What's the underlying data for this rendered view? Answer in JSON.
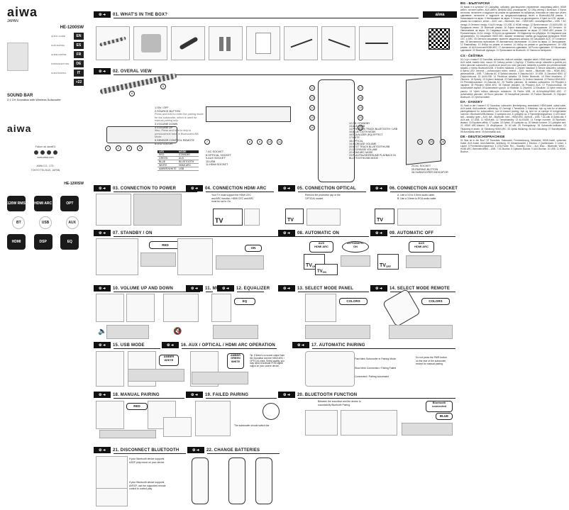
{
  "brand": {
    "logo": "aiwa",
    "tagline": "JAPAN",
    "model": "HE-1200SW",
    "product": "SOUND BAR",
    "product_sub": "2.1 CH Soundbar with Wireless Subwoofer",
    "follow": "Follow us! aiwaEU",
    "site": "www.aiwa.com",
    "company": "AIWA CO., LTD.",
    "address": "TOKYO  TELSIUS, JAPAN",
    "model_small": "HE-1200SW"
  },
  "langs": [
    {
      "guide": "QUICK GUIDE",
      "code": "EN"
    },
    {
      "guide": "GUÍA RÁPIDA",
      "code": "ES"
    },
    {
      "guide": "GUIDE RAPIDE",
      "code": "FR"
    },
    {
      "guide": "KURZANLEITUNG",
      "code": "DE"
    },
    {
      "guide": "GUIDA RAPIDA",
      "code": "IT"
    },
    {
      "guide": "",
      "code": "+22"
    }
  ],
  "features": [
    {
      "label": "120W RMS"
    },
    {
      "label": "HDMI ARC"
    },
    {
      "label": "OPT"
    },
    {
      "label": "BT"
    },
    {
      "label": "USB"
    },
    {
      "label": "AUX"
    },
    {
      "label": "HDMI"
    },
    {
      "label": "DSP"
    },
    {
      "label": "EQ"
    }
  ],
  "sections": [
    {
      "id": "s1",
      "num": "01.",
      "title": "WHAT'S IN THE BOX?"
    },
    {
      "id": "s2",
      "num": "02.",
      "title": "OVERAL VIEW"
    },
    {
      "id": "s3",
      "num": "03.",
      "title": "CONNECTION TO POWER"
    },
    {
      "id": "s4",
      "num": "04.",
      "title": "CONNECTION HDMI ARC"
    },
    {
      "id": "s5",
      "num": "05.",
      "title": "CONNECTION OPTICAL"
    },
    {
      "id": "s6",
      "num": "06.",
      "title": "CONNECTION AUX SOCKET"
    },
    {
      "id": "s7",
      "num": "07.",
      "title": "STANDBY / ON"
    },
    {
      "id": "s8",
      "num": "08.",
      "title": "AUTOMATIC ON"
    },
    {
      "id": "s9",
      "num": "09.",
      "title": "AUTOMATIC OFF"
    },
    {
      "id": "s10",
      "num": "10.",
      "title": "VOLUME UP AND DOWN"
    },
    {
      "id": "s11",
      "num": "11.",
      "title": "MUTE"
    },
    {
      "id": "s12",
      "num": "12.",
      "title": "EQUALIZER"
    },
    {
      "id": "s13",
      "num": "13.",
      "title": "SELECT MODE PANEL"
    },
    {
      "id": "s14",
      "num": "14.",
      "title": "SELECT MODE REMOTE"
    },
    {
      "id": "s15",
      "num": "15.",
      "title": "USB MODE"
    },
    {
      "id": "s16",
      "num": "16.",
      "title": "AUX / OPTICAL / HDMI ARC OPERATION"
    },
    {
      "id": "s17",
      "num": "17.",
      "title": "AUTOMATIC PAIRING"
    },
    {
      "id": "s18",
      "num": "18.",
      "title": "MANUAL  PAIRING"
    },
    {
      "id": "s19",
      "num": "19.",
      "title": "FAILED PAIRING"
    },
    {
      "id": "s20",
      "num": "20.",
      "title": "BLUETOOTH FUNCTION"
    },
    {
      "id": "s21",
      "num": "21.",
      "title": "DISCONNECT BLUETOOTH"
    },
    {
      "id": "s22",
      "num": "22.",
      "title": "CHANGE BATTERIES"
    }
  ],
  "overall": {
    "list1": [
      "1.ON / OFF",
      "2.SOURCE BUTTON",
      "3.VOLUME DOWN",
      "4.VOLUME UP",
      "5.SENSOR CONTROL REMOTE",
      "6.LED COLOR"
    ],
    "list1_note": "Press and hold to enter the pairing mode for the subwoofer, which is used for manual pairing only.",
    "list1_note2": "Also, Press and hold to skip to previous/next track in Bluetooth/USB Mode",
    "led": {
      "head": [
        "LED",
        "MODE"
      ],
      "rows": [
        [
          "RED",
          "STANDBY"
        ],
        [
          "GREEN",
          "AUX"
        ],
        [
          "BLUE",
          "BLUETOOTH"
        ],
        [
          "WHITE",
          "HDMI ARC"
        ],
        [
          "AMBER/WHITE",
          "USB"
        ]
      ]
    },
    "list2": [
      "7.AC SOCKET",
      "8.OPTICAL SOCKET",
      "9.AUX SOCKET",
      "10.USB",
      "11.HDMI SOCKET"
    ],
    "list3": [
      "12.ON / STANDBY",
      "13.AUX / USB",
      "14.PREVIOUS TRACK BLUETOOTH / USB",
      "15.BLUETOOTH MODE",
      "16.EQUALIZER (EQ) EFFECT",
      "17.MUTE",
      "18.OPTICAL",
      "19.INCREASE VOLUME",
      "20.NEXT TRACK BLUETOOTH/USB",
      "21.DECREASE VOLUME",
      "22.HDMI ARC MODE",
      "23.PLAY/PAUSE/RESUME PLAYBACK IN BLUETOOTH/USB MODE"
    ],
    "list4": [
      "24.AC SOCKET",
      "25.PAIRING BUTTON",
      "26.SUBWOOFER INDICATOR"
    ]
  },
  "labels": {
    "red": "RED",
    "on": "ON",
    "tv": "TV",
    "tv_on": "TV",
    "on_sub": "ON",
    "tv_off": "TV",
    "off_sub": "OFF",
    "aux_hdmi": "AUX\nHDMI ARC",
    "automatic_on": "AUTOMATIC\nON",
    "eq": "EQ",
    "colors": "COLORS",
    "amber_white": "AMBER\nWHITE",
    "amber_green_white": "AMBER\nGREEN\nWHITE",
    "blue": "BLUE",
    "bt_connected": "Bluetooth\nconnected",
    "fast_blink": "Fast blink Subwoofer in Pairing Mode",
    "slow_blink": "Slow blink Connection / Failing Failed",
    "connected": "Connected / Pairing successful"
  },
  "notes": {
    "hdmi": "Your TV must support the HDMI CEC and ARC function. HDMI CEC and ARC must be set to On.",
    "optical": "Remove the protective cap of the OPTICAL socket.",
    "aux": "A. Use a 3.5 to 3.5mm audio cable.\nB. Use a 3.5mm to RCA audio cable.",
    "tip": "Tip: If there's no sound output from the Soundbar and the HDMI ARC / OPTICAL input, Select quality, you may need to activate PCM signal output on your source device.",
    "pair17": "Do not press the PAIR button on the rear of the subwoofer, except for manual pairing.",
    "fail": "The subwoofer should switch the",
    "bt": "Between the soundbar and the device to successfully Bluetooth Pairing.",
    "dc1": "If your Bluetooth device supports A2DP, play music on your device.",
    "dc2": "If your Bluetooth device supports AVRCP, use the supported remote control to control play"
  },
  "right": [
    {
      "h": "BG - БЪЛГАРСКИ",
      "p": "01 Какво е в кутията? 02 Саундбар, субуфер, дистанционно управление, захранващ кабел, HDMI кабел, оптичен кабел, AUX кабел, батерии AAA, ръководство. 02 Общ изглед 1 Вкл/Изкл. 2 Бутон източник: натиснете и задръжте за режим на сдвояване на субуфера, използва се само при ръчно сдвояване; натиснете и задръжте за предишна/следваща песен в Bluetooth/USB режим. 3 Намаляване на звука. 4 Увеличаване на звука. 5 Сензор за дистанционно. 6 Цвят на LED: червен – режим на готовност; зелен – AUX; син – Bluetooth; бял – HDMI ARC; кехлибарен/бял – USB. 7 AC гнездо. 8 Оптично гнездо. 9 AUX гнездо. 10 USB. 11 HDMI гнездо. 12 Вкл/готовност. 13 AUX/USB. 14 Предишна песен. 15 Bluetooth режим. 16 Ефект еквалайзер. 17 Заглушаване. 18 Оптичен. 19 Увеличаване на звука. 20 Следваща песен. 21 Намаляване на звука. 22 HDMI ARC режим. 23 Пускане/пауза. 24 AC гнездо. 25 Бутон за сдвояване. 26 Индикатор на субуфера. 03 Свързване към захранването. 04 Свързване HDMI ARC: вашият телевизор трябва да поддържа функциите HDMI CEC и ARC. 05 Оптично свързване: махнете защитната капачка. 06 Свързване AUX. 07 Готовност/вкл. 08 Автоматично включване. 09 Автоматично изключване. 10 Сила на звука. 11 Заглушаване. 12 Еквалайзер. 13 Избор на режим от панела. 14 Избор на режим от дистанционното. 15 USB режим. 16 AUX/оптичен/HDMI ARC. 17 Автоматично сдвояване. 18 Ръчно сдвояване. 19 Неуспешно сдвояване. 20 Bluetooth функция. 21 Прекъсване на Bluetooth. 22 Смяна на батериите."
    },
    {
      "h": "CS - ČEŠTINA",
      "p": "01 Co je v krabici? 02 Soundbar, subwoofer, dálkové ovládání, napájecí kabel, HDMI kabel, optický kabel, AUX kabel, baterie AAA, návod. 02 Celkový pohled 1 Zap/Vyp. 2 Tlačítko zdroje: stiskněte a podržte pro režim párování subwooferu, používá se pouze pro ruční párování; stiskněte a podržte pro předchozí/další skladbu v režimu Bluetooth/USB. 3 Snížení hlasitosti. 4 Zvýšení hlasitosti. 5 Senzor dálkového ovládání. 6 Barva LED: červená – pohotovostní režim; zelená – AUX; modrá – Bluetooth; bílá – HDMI ARC; jantarová/bílá – USB. 7 Zásuvka AC. 8 Optická zásuvka. 9 Zásuvka AUX. 10 USB. 11 Zásuvka HDMI. 12 Zap/pohotovost. 13 AUX/USB. 14 Předchozí skladba. 15 Režim Bluetooth. 16 Efekt ekvalizéru. 17 Ztlumení. 18 Optický. 19 Zvýšení hlasitosti. 20 Další skladba. 21 Snížení hlasitosti. 22 Režim HDMI ARC. 23 Přehrát/pozastavit. 24 Zásuvka AC. 25 Tlačítko párování. 26 Indikátor subwooferu. 03 Připojení k napájení. 04 Připojení HDMI ARC. 05 Optické připojení. 06 Připojení AUX. 07 Pohotovost/zap. 08 Automatické zapnutí. 09 Automatické vypnutí. 10 Hlasitost. 11 Ztlumení. 12 Ekvalizér. 13 Výběr režimu na panelu. 14 Výběr režimu dálkovým ovládáním. 15 Režim USB. 16 AUX/optický/HDMI ARC. 17 Automatické párování. 18 Ruční párování. 19 Neúspěšné párování. 20 Funkce Bluetooth. 21 Odpojení Bluetooth. 22 Výměna baterií."
    },
    {
      "h": "DA - DANSKY",
      "p": "01 Hvad er der i kassen? 02 Soundbar, subwoofer, fjernbetjening, strømkabel, HDMI-kabel, optisk kabel, AUX-kabel, AAA-batterier, vejledning. 02 Oversigt 1 Tænd/sluk. 2 Kildeknap: tryk og hold for at aktivere parringstilstand for subwooferen, kun til manuel parring; tryk og hold for at springe til forrige/næste nummer i Bluetooth/USB-tilstand. 3 Lydstyrke ned. 4 Lydstyrke op. 5 Fjernbetjeningssensor. 6 LED-farve: rød – standby; grøn – AUX; blå – Bluetooth; hvid – HDMI ARC; rav/hvid – USB. 7 AC-stik. 8 Optisk stik. 9 AUX-stik. 10 USB. 11 HDMI-stik. 12 Tænd/standby. 13 AUX/USB. 14 Forrige nummer. 15 Bluetooth-tilstand. 16 Equalizer-effekt. 17 Lydløs. 18 Optisk. 19 Lydstyrke op. 20 Næste nummer. 21 Lydstyrke ned. 22 HDMI ARC-tilstand. 23 Afspil/pause. 24 AC-stik. 25 Parringsknap. 26 Subwoofer-indikator. 03 Tilslutning til strøm. 04 Tilslutning HDMI ARC. 05 Optisk tilslutning. 06 AUX-tilslutning. 07 Standby/tænd. 08 Automatisk tænd. 09 Automatisk sluk."
    },
    {
      "h": "DE - DEUTSCHSPRACHIGE",
      "p": "01 Was ist in der Box? 02 Soundbar, Subwoofer, Fernbedienung, Netzkabel, HDMI-Kabel, optisches Kabel, AUX-Kabel, AAA-Batterien, Anleitung. 02 Gesamtansicht 1 Ein/Aus. 2 Quellentaste. 3 Leiser. 4 Lauter. 5 Fernbedienungssensor. 6 LED-Farbe: Rot – Standby; Grün – Aux; Blau – Bluetooth; Weiß – HDMI ARC; Bernstein/Weiß – USB. 7 AC-Buchse. 8 Optische Buchse. 9 AUX-Buchse. 10 USB. 11 HDMI-Buchse."
    }
  ]
}
